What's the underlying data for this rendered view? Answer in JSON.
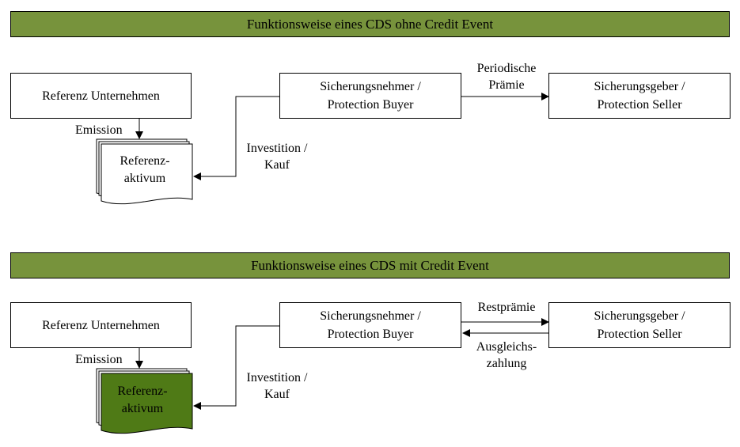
{
  "section_without_event": {
    "title": "Funktionsweise eines CDS ohne Credit Event",
    "reference_company": "Referenz Unternehmen",
    "emission_label": "Emission",
    "reference_asset_line1": "Referenz-",
    "reference_asset_line2": "aktivum",
    "protection_buyer_line1": "Sicherungsnehmer /",
    "protection_buyer_line2": "Protection Buyer",
    "protection_seller_line1": "Sicherungsgeber /",
    "protection_seller_line2": "Protection Seller",
    "investment_line1": "Investition /",
    "investment_line2": "Kauf",
    "premium_line1": "Periodische",
    "premium_line2": "Prämie"
  },
  "section_with_event": {
    "title": "Funktionsweise eines CDS mit Credit Event",
    "reference_company": "Referenz Unternehmen",
    "emission_label": "Emission",
    "reference_asset_line1": "Referenz-",
    "reference_asset_line2": "aktivum",
    "protection_buyer_line1": "Sicherungsnehmer /",
    "protection_buyer_line2": "Protection Buyer",
    "protection_seller_line1": "Sicherungsgeber /",
    "protection_seller_line2": "Protection Seller",
    "investment_line1": "Investition /",
    "investment_line2": "Kauf",
    "remaining_premium": "Restprämie",
    "compensation_line1": "Ausgleichs-",
    "compensation_line2": "zahlung"
  },
  "colors": {
    "banner": "#77933c",
    "defaulted_asset": "#4f7a16"
  }
}
